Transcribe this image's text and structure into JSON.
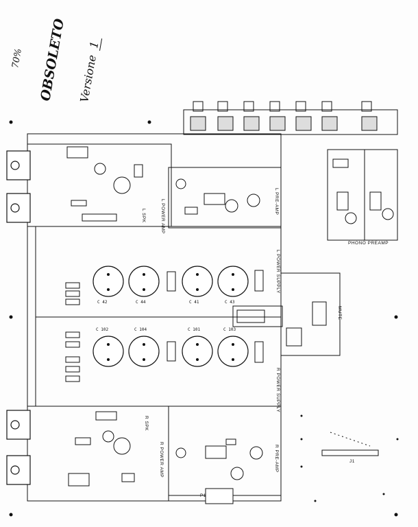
{
  "annotations": {
    "percent": "70%",
    "status": "OBSOLETO",
    "version_word": "Versione",
    "version_number": "1"
  },
  "sections": {
    "l_power_amp": "L POWER AMP",
    "l_pre_amp": "L PRE-AMP",
    "l_power_supply": "L POWER SUPPLY",
    "r_power_supply": "R POWER SUPPLY",
    "r_power_amp": "R POWER AMP",
    "r_pre_amp": "R PRE-AMP",
    "phono_preamp": "PHONO PREAMP",
    "mute": "MUTE"
  },
  "labels": {
    "c_l1": "C 42",
    "c_l2": "C 44",
    "c_l3": "C 41",
    "c_l4": "C 43",
    "c_r1": "C 102",
    "c_r2": "C 104",
    "c_r3": "C 101",
    "c_r4": "C 103",
    "spk_l": "L SPK",
    "spk_r": "R SPK",
    "p1": "P1",
    "j1": "J1"
  }
}
